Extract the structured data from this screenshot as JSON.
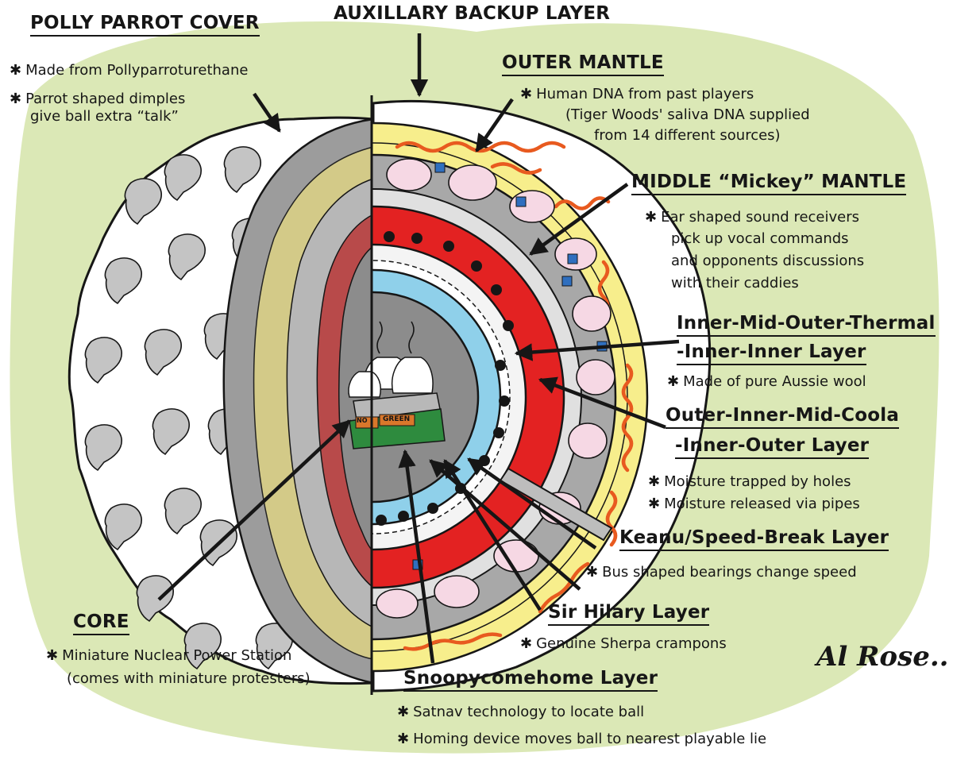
{
  "labels": {
    "polly_title": "POLLY PARROT COVER",
    "polly_b1": "Made from Pollyparroturethane",
    "polly_b2a": "Parrot shaped dimples",
    "polly_b2b": "give ball extra “talk”",
    "aux_title": "AUXILLARY BACKUP LAYER",
    "outer_title": "OUTER MANTLE",
    "outer_b1": "Human DNA from past players",
    "outer_b1b": "(Tiger Woods' saliva DNA supplied",
    "outer_b1c": "from 14 different sources)",
    "mickey_title": "MIDDLE “Mickey” MANTLE",
    "mickey_b1a": "Ear shaped sound receivers",
    "mickey_b1b": "pick up vocal commands",
    "mickey_b1c": "and opponents discussions",
    "mickey_b1d": "with their caddies",
    "thermal_title1": "Inner-Mid-Outer-Thermal",
    "thermal_title2": "-Inner-Inner Layer",
    "thermal_b1": "Made of pure Aussie wool",
    "coola_title1": "Outer-Inner-Mid-Coola",
    "coola_title2": "-Inner-Outer Layer",
    "coola_b1": "Moisture trapped by holes",
    "coola_b2": "Moisture released via pipes",
    "keanu_title": "Keanu/Speed-Break Layer",
    "keanu_b1": "Bus shaped bearings change speed",
    "hilary_title": "Sir Hilary Layer",
    "hilary_b1": "Genuine Sherpa crampons",
    "snoopy_title": "Snoopycomehome Layer",
    "snoopy_b1": "Satnav technology to locate ball",
    "snoopy_b2": "Homing device moves ball to nearest playable lie",
    "core_title": "CORE",
    "core_b1": "Miniature Nuclear Power Station",
    "core_b1b": "(comes with miniature protesters)"
  },
  "signs": {
    "no": "NO",
    "green": "GREEN"
  },
  "signature": "Al Rose..",
  "bullet": "✱",
  "colors": {
    "background_wash": "#dbe8b6",
    "yellow_layer": "#f7ee8c",
    "red_layer": "#e32222",
    "blue_layer": "#8fd0ea",
    "pink_receiver": "#f6d8e4",
    "grey_core": "#8c8c8c",
    "cover_white": "#ffffff",
    "parrot_grey": "#c4c4c4"
  }
}
